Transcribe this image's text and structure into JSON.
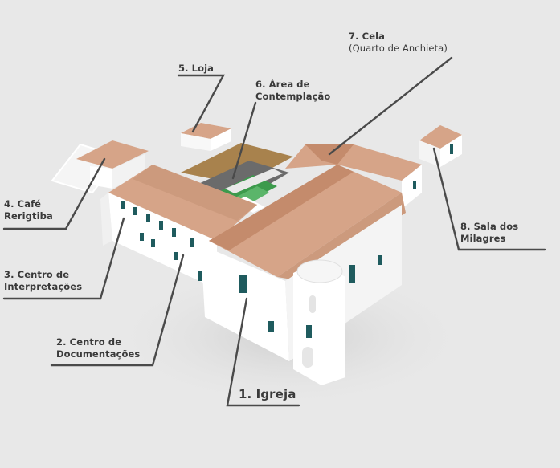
{
  "labels": {
    "igreja": "1. Igreja",
    "documentacoes_1": "2. Centro de",
    "documentacoes_2": "Documentações",
    "interpretacoes_1": "3. Centro de",
    "interpretacoes_2": "Interpretações",
    "cafe_1": "4. Café",
    "cafe_2": "Rerigtiba",
    "loja": "5. Loja",
    "contemplacao_1": "6. Área de",
    "contemplacao_2": "Contemplação",
    "cela_1": "7. Cela",
    "cela_2": "(Quarto de Anchieta)",
    "milagres_1": "8. Sala dos",
    "milagres_2": "Milagres"
  },
  "colors": {
    "background": "#e8e8e8",
    "roof": "#d6a488",
    "roof_dark": "#c48b6c",
    "wall": "#ffffff",
    "window": "#1f5b5e",
    "garden": "#3c9a4c",
    "leader_line": "#4a4a4a",
    "text": "#3a3a3a"
  }
}
